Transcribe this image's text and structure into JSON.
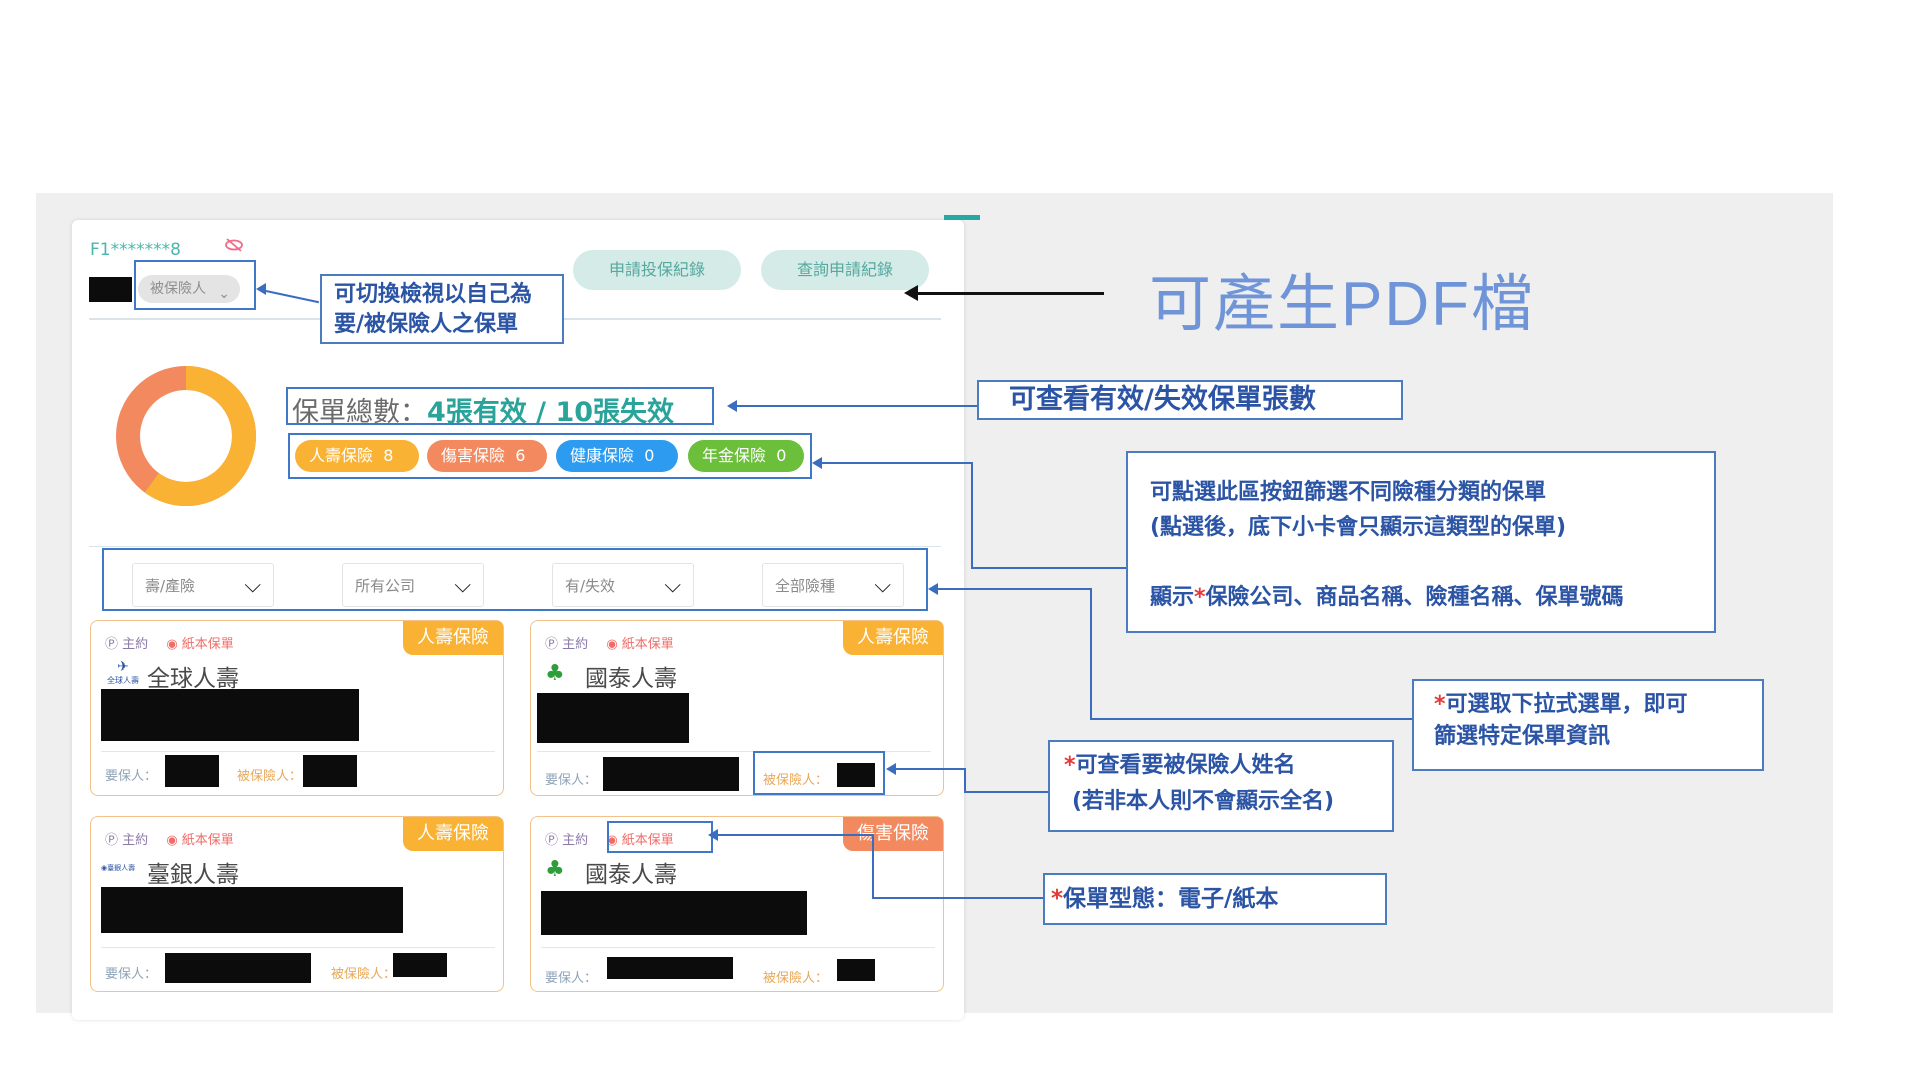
{
  "header": {
    "user_id": "F1*******8",
    "role_select": "被保險人",
    "apply_record": "申請投保紀錄",
    "query_record": "查詢申請紀錄"
  },
  "pdf_note": "可產生PDF檔",
  "summary": {
    "label": "保單總數：",
    "value": "4張有效 / 10張失效"
  },
  "categories": [
    {
      "label": "人壽保險",
      "count": "8",
      "color": "#f9b233"
    },
    {
      "label": "傷害保險",
      "count": "6",
      "color": "#f2895f"
    },
    {
      "label": "健康保險",
      "count": "0",
      "color": "#2d9bf0"
    },
    {
      "label": "年金保險",
      "count": "0",
      "color": "#6bbf3a"
    }
  ],
  "donut": {
    "primary_fraction": 0.6,
    "colors": [
      "#f9b233",
      "#f2895f"
    ]
  },
  "filters": [
    "壽/產險",
    "所有公司",
    "有/失效",
    "全部險種"
  ],
  "cards": [
    {
      "main": "主約",
      "paper": "紙本保單",
      "tag": "人壽保險",
      "company": "全球人壽",
      "logo_text": "全球人壽",
      "applicant": "要保人：",
      "insured": "被保險人："
    },
    {
      "main": "主約",
      "paper": "紙本保單",
      "tag": "人壽保險",
      "company": "國泰人壽",
      "applicant": "要保人：",
      "insured": "被保險人："
    },
    {
      "main": "主約",
      "paper": "紙本保單",
      "tag": "人壽保險",
      "company": "臺銀人壽",
      "logo_text": "臺銀人壽",
      "applicant": "要保人：",
      "insured": "被保險人："
    },
    {
      "main": "主約",
      "paper": "紙本保單",
      "tag": "傷害保險",
      "company": "國泰人壽",
      "applicant": "要保人：",
      "insured": "被保險人："
    }
  ],
  "notes": {
    "switch": [
      "可切換檢視以自己為",
      "要/被保險人之保單"
    ],
    "count": "可查看有效/失效保單張數",
    "category": [
      "可點選此區按鈕篩選不同險種分類的保單",
      "(點選後，底下小卡會只顯示這類型的保單)",
      "顯示",
      "*",
      "保險公司、商品名稱、險種名稱、保單號碼"
    ],
    "dropdown": [
      "*",
      "可選取下拉式選單，即可",
      "篩選特定保單資訊"
    ],
    "insured_name": [
      "*",
      "可查看要被保險人姓名",
      "(若非本人則不會顯示全名)"
    ],
    "type": [
      "*",
      "保單型態：電子/紙本"
    ]
  },
  "colors": {
    "highlight": "#3f78c7",
    "note_text": "#2b54a5",
    "asterisk": "#e53935",
    "teal": "#2aa39b"
  }
}
